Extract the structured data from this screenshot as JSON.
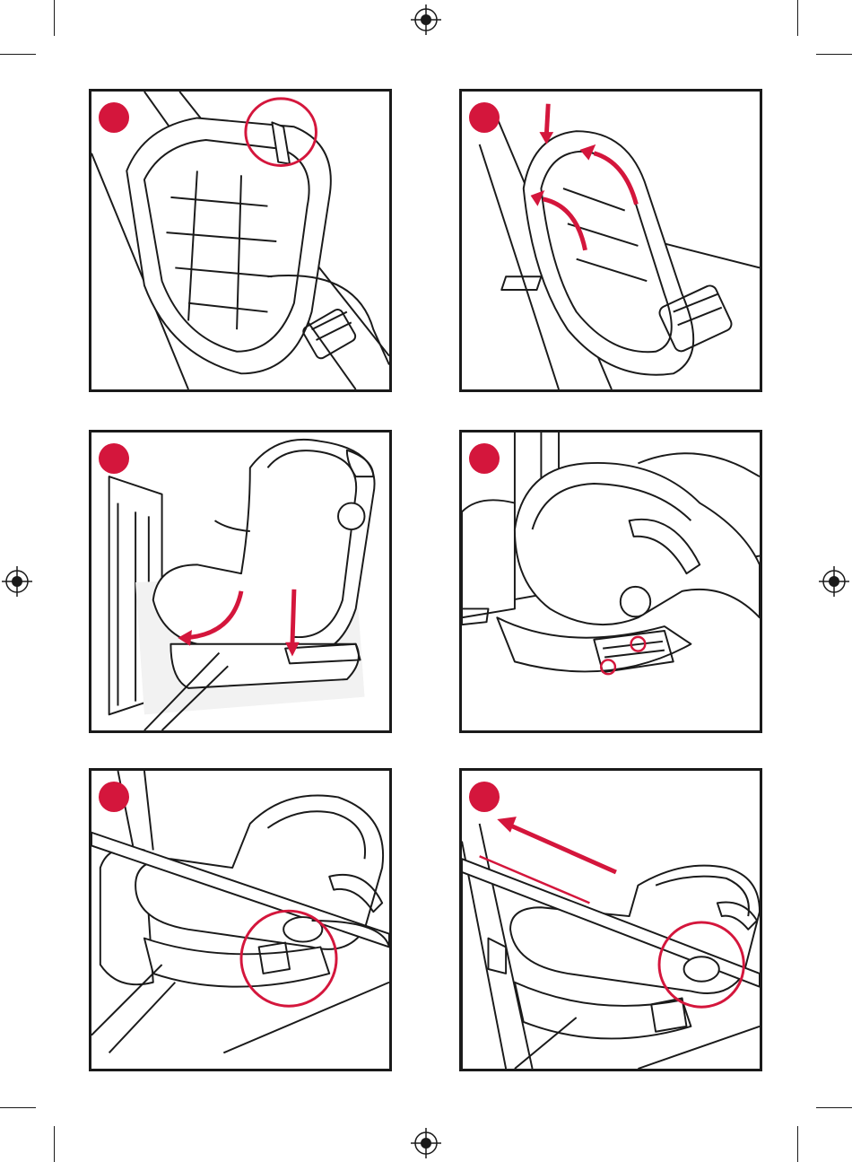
{
  "accent_color": "#d4163c",
  "line_color": "#1a1a1a",
  "panels": [
    {
      "step_label": "",
      "icons": [
        "car-seat-base-icon",
        "lock-tab-icon"
      ]
    },
    {
      "step_label": "",
      "icons": [
        "car-seat-base-icon",
        "push-down-arrow-icon",
        "rotate-arrow-icon"
      ]
    },
    {
      "step_label": "",
      "icons": [
        "car-seat-icon",
        "recline-arrow-icon",
        "push-down-arrow-icon"
      ]
    },
    {
      "step_label": "",
      "icons": [
        "car-seat-icon",
        "lock-indicator-icon"
      ]
    },
    {
      "step_label": "",
      "icons": [
        "car-seat-icon",
        "lap-belt-icon",
        "belt-guide-icon"
      ]
    },
    {
      "step_label": "",
      "icons": [
        "car-seat-icon",
        "pull-belt-arrow-icon",
        "belt-guide-icon"
      ]
    }
  ],
  "registration_marks": [
    "top",
    "left",
    "right",
    "bottom"
  ]
}
